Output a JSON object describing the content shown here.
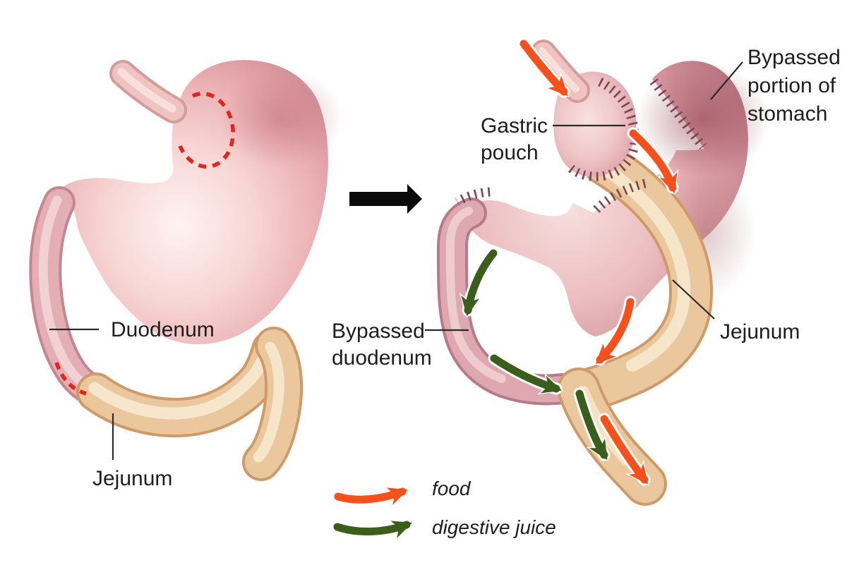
{
  "diagram": {
    "title_semantic": "Gastric bypass before and after diagram",
    "before": {
      "duodenum_label": "Duodenum",
      "jejunum_label": "Jejunum"
    },
    "after": {
      "gastric_pouch_label": "Gastric\npouch",
      "bypassed_stomach_label": "Bypassed\nportion of\nstomach",
      "bypassed_duodenum_label": "Bypassed\nduodenum",
      "jejunum_label": "Jejunum"
    },
    "legend": {
      "food_label": "food",
      "digestive_juice_label": "digestive juice"
    },
    "colors": {
      "food_arrow": "#f8501d",
      "digestive_juice_arrow": "#3c5e1c",
      "resection_dash": "#e3241b",
      "transform_arrow": "#0a0a0a",
      "leader_line": "#2b2b2b",
      "label_text": "#1d1d1b"
    }
  }
}
